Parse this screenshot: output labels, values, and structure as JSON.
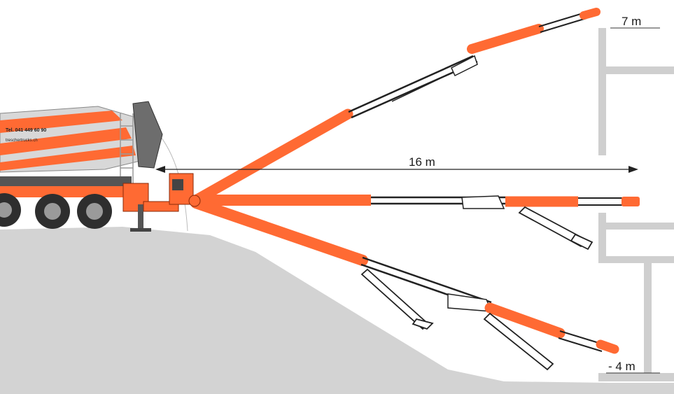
{
  "labels": {
    "top_height": "7 m",
    "reach": "16 m",
    "bottom_depth": "- 4 m"
  },
  "truck": {
    "phone_text": "Tel. 041 449 60 90",
    "web_text": "treschertrucks.ch"
  },
  "colors": {
    "orange": "#ff6a33",
    "ground": "#d3d3d3",
    "building": "#cfcfcf",
    "metal": "#222222",
    "text": "#1a1a1a"
  }
}
